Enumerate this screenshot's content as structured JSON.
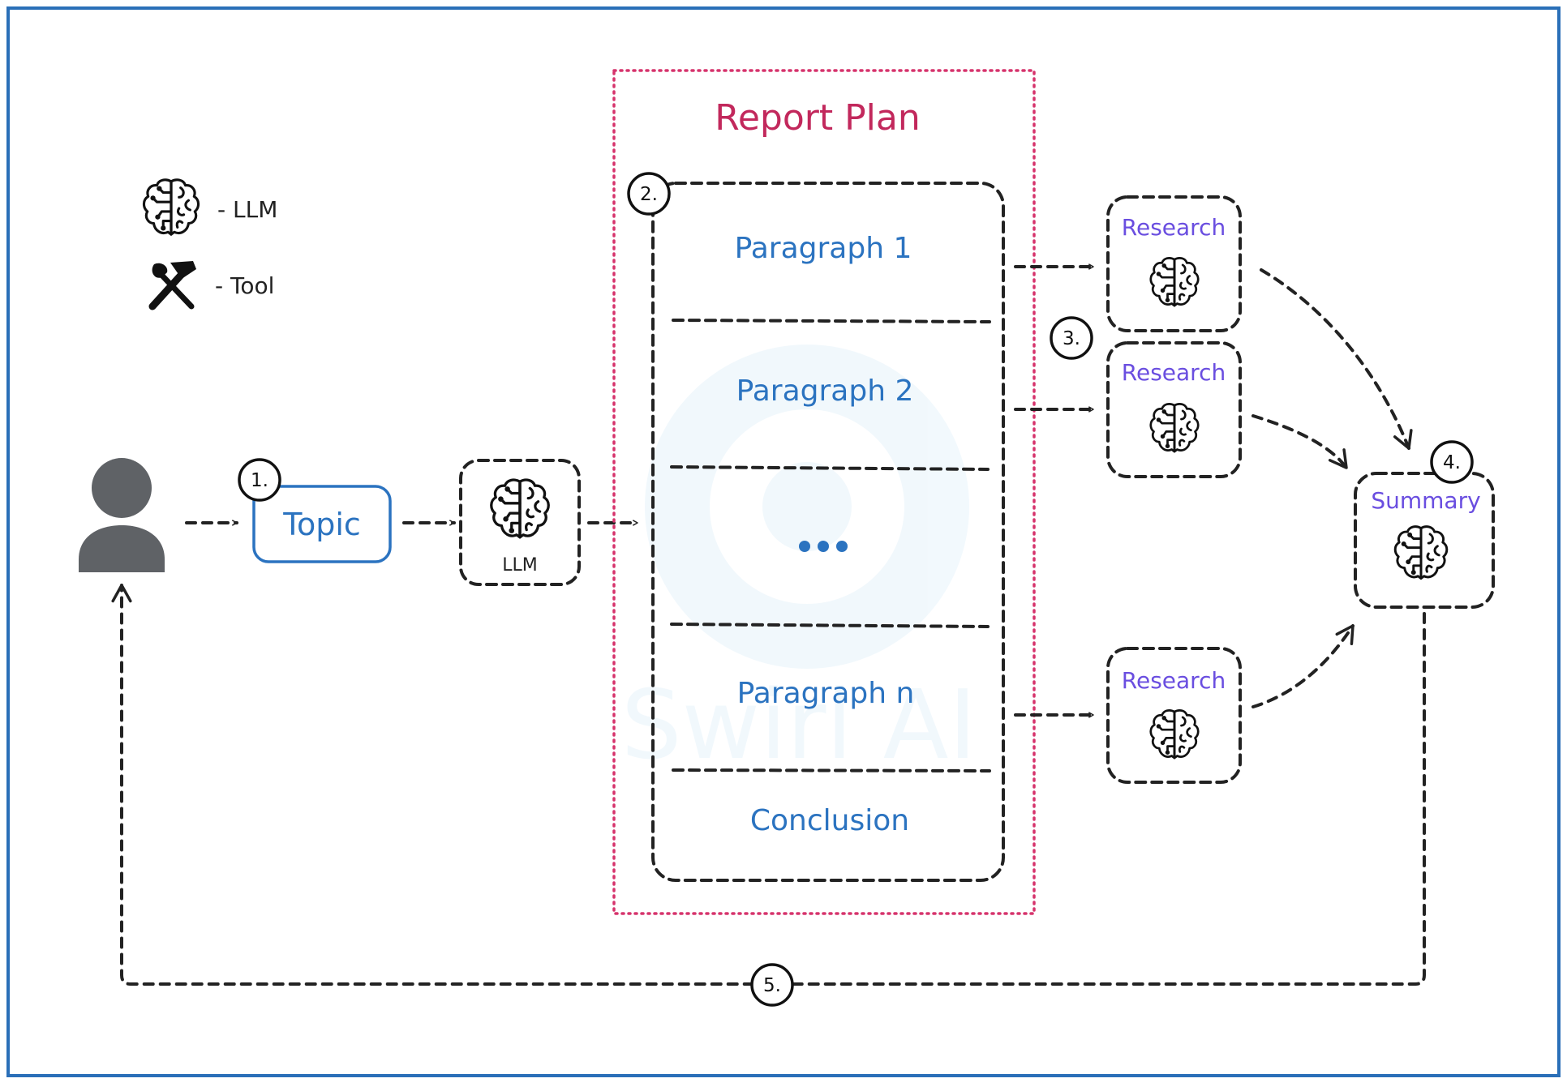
{
  "legend": {
    "llm_label": "- LLM",
    "tool_label": "- Tool",
    "llm_icon": "brain-icon",
    "tool_icon": "hammer-wrench-icon"
  },
  "user": {
    "icon": "user-icon"
  },
  "topic": {
    "label": "Topic"
  },
  "llm": {
    "label": "LLM",
    "icon": "brain-icon"
  },
  "report_plan": {
    "title": "Report Plan",
    "sections": [
      "Paragraph 1",
      "Paragraph 2",
      "•••",
      "Paragraph n",
      "Conclusion"
    ]
  },
  "research": {
    "label": "Research",
    "icon": "brain-icon"
  },
  "summary": {
    "label": "Summary",
    "icon": "brain-icon"
  },
  "steps": [
    "1.",
    "2.",
    "3.",
    "4.",
    "5."
  ],
  "watermark": "Swirl AI",
  "colors": {
    "border": "#2a6fb8",
    "plan_border": "#d6336c",
    "plan_title": "#c2285c",
    "paragraph_text": "#2b73c0",
    "agent_text": "#6a4ee0",
    "user_icon": "#5f6266"
  }
}
